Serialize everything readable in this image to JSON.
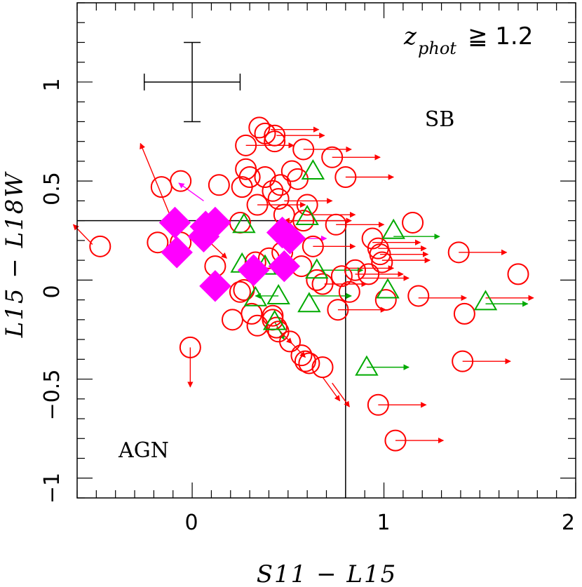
{
  "chart_data": {
    "type": "scatter",
    "xlabel": "S11 − L15",
    "ylabel": "L15 − L18W",
    "xlim": [
      -0.6,
      2.0
    ],
    "ylim": [
      -1.1,
      1.4
    ],
    "x_ticks": [
      "0",
      "1",
      "2"
    ],
    "y_ticks": [
      "−1",
      "−0.5",
      "0",
      "0.5",
      "1"
    ],
    "annotation": {
      "main": "z",
      "sub": "phot",
      "rest": "≧ 1.2"
    },
    "region_labels": {
      "sb": "SB",
      "agn": "AGN"
    },
    "region_boundary": {
      "x": 0.8,
      "y": 0.3
    },
    "error_bar": {
      "x": 0.0,
      "y": 1.0,
      "dx": 0.25,
      "dy": 0.2
    },
    "colors": {
      "circles": "#ff0000",
      "triangles": "#00aa00",
      "diamonds": "#ff00ff",
      "axes": "#000000"
    },
    "series": [
      {
        "marker": "circle",
        "points": [
          [
            0.35,
            0.77
          ],
          [
            0.38,
            0.74
          ],
          [
            0.43,
            0.73
          ],
          [
            0.43,
            0.7
          ],
          [
            0.28,
            0.68
          ],
          [
            0.58,
            0.66
          ],
          [
            0.73,
            0.62
          ],
          [
            0.28,
            0.56
          ],
          [
            0.52,
            0.55
          ],
          [
            0.55,
            0.51
          ],
          [
            0.8,
            0.52
          ],
          [
            0.3,
            0.52
          ],
          [
            0.38,
            0.52
          ],
          [
            0.46,
            0.48
          ],
          [
            0.42,
            0.45
          ],
          [
            0.26,
            0.47
          ],
          [
            -0.16,
            0.47
          ],
          [
            -0.06,
            0.5
          ],
          [
            0.14,
            0.48
          ],
          [
            0.45,
            0.41
          ],
          [
            0.6,
            0.38
          ],
          [
            0.34,
            0.38
          ],
          [
            0.48,
            0.33
          ],
          [
            0.58,
            0.3
          ],
          [
            0.75,
            0.28
          ],
          [
            0.25,
            0.29
          ],
          [
            1.15,
            0.29
          ],
          [
            0.94,
            0.21
          ],
          [
            0.97,
            0.16
          ],
          [
            0.98,
            0.13
          ],
          [
            0.99,
            0.09
          ],
          [
            0.63,
            0.17
          ],
          [
            0.85,
            0.05
          ],
          [
            0.92,
            0.03
          ],
          [
            0.78,
            0.02
          ],
          [
            0.68,
            -0.02
          ],
          [
            0.82,
            -0.06
          ],
          [
            0.76,
            -0.15
          ],
          [
            -0.48,
            0.17
          ],
          [
            -0.18,
            0.19
          ],
          [
            -0.06,
            0.19
          ],
          [
            0.12,
            0.07
          ],
          [
            0.33,
            0.09
          ],
          [
            0.4,
            0.11
          ],
          [
            0.47,
            0.14
          ],
          [
            0.57,
            0.07
          ],
          [
            1.01,
            -0.1
          ],
          [
            1.18,
            -0.08
          ],
          [
            1.42,
            -0.17
          ],
          [
            1.39,
            0.14
          ],
          [
            1.7,
            0.03
          ],
          [
            0.27,
            -0.05
          ],
          [
            0.25,
            -0.06
          ],
          [
            0.21,
            -0.2
          ],
          [
            0.34,
            -0.23
          ],
          [
            0.42,
            -0.2
          ],
          [
            0.44,
            -0.24
          ],
          [
            0.45,
            -0.26
          ],
          [
            0.51,
            -0.31
          ],
          [
            0.57,
            -0.38
          ],
          [
            0.59,
            -0.41
          ],
          [
            0.61,
            -0.42
          ],
          [
            0.68,
            -0.44
          ],
          [
            0.31,
            -0.17
          ],
          [
            1.41,
            -0.41
          ],
          [
            0.97,
            -0.63
          ],
          [
            1.06,
            -0.81
          ],
          [
            -0.01,
            -0.34
          ],
          [
            0.65,
            0.0
          ],
          [
            0.42,
            -0.18
          ]
        ]
      },
      {
        "marker": "triangle",
        "points": [
          [
            0.63,
            0.55
          ],
          [
            0.6,
            0.32
          ],
          [
            0.27,
            0.28
          ],
          [
            1.05,
            0.25
          ],
          [
            0.26,
            0.08
          ],
          [
            0.65,
            0.05
          ],
          [
            0.38,
            0.07
          ],
          [
            0.45,
            -0.08
          ],
          [
            0.33,
            -0.09
          ],
          [
            0.61,
            -0.12
          ],
          [
            1.02,
            -0.05
          ],
          [
            1.53,
            -0.11
          ],
          [
            0.91,
            -0.44
          ],
          [
            0.43,
            -0.21
          ]
        ]
      },
      {
        "marker": "diamond",
        "points": [
          [
            -0.09,
            0.29
          ],
          [
            -0.08,
            0.14
          ],
          [
            0.06,
            0.22
          ],
          [
            0.07,
            0.27
          ],
          [
            0.12,
            0.29
          ],
          [
            0.47,
            0.24
          ],
          [
            0.51,
            0.21
          ],
          [
            0.32,
            0.05
          ],
          [
            0.48,
            0.07
          ],
          [
            0.12,
            -0.03
          ]
        ]
      }
    ],
    "arrows": [
      {
        "x": 0.41,
        "y": 0.76,
        "dx": 0.25,
        "dy": 0,
        "color": "red"
      },
      {
        "x": 0.44,
        "y": 0.73,
        "dx": 0.25,
        "dy": 0,
        "color": "red"
      },
      {
        "x": 0.28,
        "y": 0.68,
        "dx": 0.25,
        "dy": 0,
        "color": "red"
      },
      {
        "x": 0.58,
        "y": 0.66,
        "dx": 0.25,
        "dy": 0,
        "color": "red"
      },
      {
        "x": 0.73,
        "y": 0.62,
        "dx": 0.25,
        "dy": 0,
        "color": "red"
      },
      {
        "x": 0.8,
        "y": 0.52,
        "dx": 0.25,
        "dy": 0,
        "color": "red"
      },
      {
        "x": 0.34,
        "y": 0.38,
        "dx": 0.25,
        "dy": 0,
        "color": "red"
      },
      {
        "x": 0.48,
        "y": 0.4,
        "dx": 0.25,
        "dy": 0,
        "color": "red"
      },
      {
        "x": 0.58,
        "y": 0.3,
        "dx": 0.25,
        "dy": 0,
        "color": "red"
      },
      {
        "x": 0.75,
        "y": 0.28,
        "dx": 0.25,
        "dy": 0,
        "color": "red"
      },
      {
        "x": 0.94,
        "y": 0.19,
        "dx": 0.25,
        "dy": 0,
        "color": "red"
      },
      {
        "x": 0.97,
        "y": 0.16,
        "dx": 0.25,
        "dy": 0,
        "color": "red"
      },
      {
        "x": 0.98,
        "y": 0.13,
        "dx": 0.25,
        "dy": 0,
        "color": "red"
      },
      {
        "x": 0.99,
        "y": 0.1,
        "dx": 0.25,
        "dy": 0,
        "color": "red"
      },
      {
        "x": 0.8,
        "y": 0.06,
        "dx": 0.25,
        "dy": 0,
        "color": "red"
      },
      {
        "x": 0.85,
        "y": 0.03,
        "dx": 0.25,
        "dy": 0,
        "color": "red"
      },
      {
        "x": 0.88,
        "y": 0.01,
        "dx": 0.25,
        "dy": 0,
        "color": "red"
      },
      {
        "x": 0.76,
        "y": -0.15,
        "dx": 0.25,
        "dy": 0,
        "color": "red"
      },
      {
        "x": 1.18,
        "y": -0.09,
        "dx": 0.25,
        "dy": 0,
        "color": "red"
      },
      {
        "x": 1.39,
        "y": 0.14,
        "dx": 0.25,
        "dy": 0,
        "color": "red"
      },
      {
        "x": 1.53,
        "y": -0.09,
        "dx": 0.25,
        "dy": 0,
        "color": "red"
      },
      {
        "x": 1.41,
        "y": -0.41,
        "dx": 0.25,
        "dy": 0,
        "color": "red"
      },
      {
        "x": 0.97,
        "y": -0.63,
        "dx": 0.25,
        "dy": 0,
        "color": "red"
      },
      {
        "x": 1.06,
        "y": -0.81,
        "dx": 0.25,
        "dy": 0,
        "color": "red"
      },
      {
        "x": -0.01,
        "y": -0.34,
        "dx": 0,
        "dy": -0.2,
        "color": "red"
      },
      {
        "x": -0.1,
        "y": 0.29,
        "dx": -0.17,
        "dy": 0.4,
        "color": "red"
      },
      {
        "x": -0.52,
        "y": 0.18,
        "dx": -0.1,
        "dy": 0.1,
        "color": "red"
      },
      {
        "x": 0.44,
        "y": -0.24,
        "dx": 0.08,
        "dy": -0.08,
        "color": "red"
      },
      {
        "x": 0.51,
        "y": -0.31,
        "dx": 0.08,
        "dy": -0.08,
        "color": "red"
      },
      {
        "x": 0.68,
        "y": -0.49,
        "dx": 0.09,
        "dy": -0.12,
        "color": "red"
      },
      {
        "x": 0.73,
        "y": -0.52,
        "dx": 0.09,
        "dy": -0.12,
        "color": "red"
      },
      {
        "x": 0.6,
        "y": 0.3,
        "dx": -0.12,
        "dy": 0,
        "color": "red"
      },
      {
        "x": 0.6,
        "y": 0.33,
        "dx": 0.25,
        "dy": 0,
        "color": "red"
      },
      {
        "x": 0.63,
        "y": 0.17,
        "dx": 0.22,
        "dy": 0,
        "color": "red"
      },
      {
        "x": 0.69,
        "y": -0.02,
        "dx": 0.22,
        "dy": 0,
        "color": "red"
      },
      {
        "x": 1.05,
        "y": 0.22,
        "dx": 0.24,
        "dy": 0,
        "color": "green"
      },
      {
        "x": 0.65,
        "y": 0.05,
        "dx": 0.24,
        "dy": 0,
        "color": "green"
      },
      {
        "x": 0.91,
        "y": -0.44,
        "dx": 0.22,
        "dy": 0,
        "color": "green"
      },
      {
        "x": 1.53,
        "y": -0.12,
        "dx": 0.22,
        "dy": 0,
        "color": "green"
      },
      {
        "x": 0.61,
        "y": -0.08,
        "dx": 0.22,
        "dy": 0,
        "color": "green"
      },
      {
        "x": 0.45,
        "y": -0.08,
        "dx": -0.12,
        "dy": 0,
        "color": "green"
      },
      {
        "x": 0.43,
        "y": -0.21,
        "dx": 0.05,
        "dy": -0.09,
        "color": "green"
      },
      {
        "x": 0.48,
        "y": 0.21,
        "dx": 0.22,
        "dy": 0,
        "color": "magenta"
      },
      {
        "x": 0.06,
        "y": 0.4,
        "dx": -0.13,
        "dy": 0.09,
        "color": "magenta"
      },
      {
        "x": 0.06,
        "y": 0.22,
        "dx": 0.12,
        "dy": -0.11,
        "color": "red"
      }
    ]
  }
}
